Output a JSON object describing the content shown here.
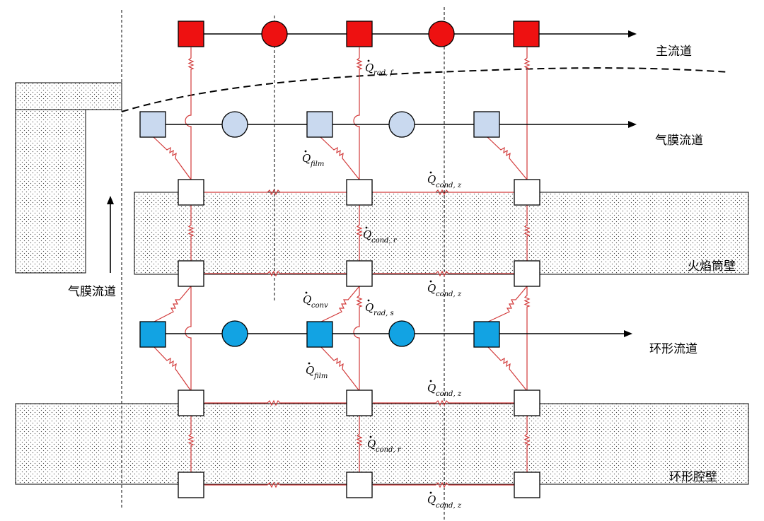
{
  "labels": {
    "main_channel": "主流道",
    "film_channel_right": "气膜流道",
    "liner_wall": "火焰筒壁",
    "annular_channel": "环形流道",
    "casing_wall": "环形腔壁",
    "film_channel_left": "气膜流道"
  },
  "heat_terms": {
    "rad_f": {
      "main": "Q",
      "sub": "rad, f"
    },
    "film_upper": {
      "main": "Q",
      "sub": "film"
    },
    "cond_z_1": {
      "main": "Q",
      "sub": "cond, z"
    },
    "cond_r_1": {
      "main": "Q",
      "sub": "cond, r"
    },
    "cond_z_2": {
      "main": "Q",
      "sub": "cond, z"
    },
    "conv": {
      "main": "Q",
      "sub": "conv"
    },
    "rad_s": {
      "main": "Q",
      "sub": "rad, s"
    },
    "film_lower": {
      "main": "Q",
      "sub": "film"
    },
    "cond_z_3": {
      "main": "Q",
      "sub": "cond, z"
    },
    "cond_r_2": {
      "main": "Q",
      "sub": "cond, r"
    },
    "cond_z_4": {
      "main": "Q",
      "sub": "cond, z"
    }
  },
  "colors": {
    "main_flow": "#ee1111",
    "film_flow": "#c9d9ef",
    "annular_flow": "#12a3e3",
    "resistor": "#d23a3a",
    "wall_node": "#ffffff"
  }
}
